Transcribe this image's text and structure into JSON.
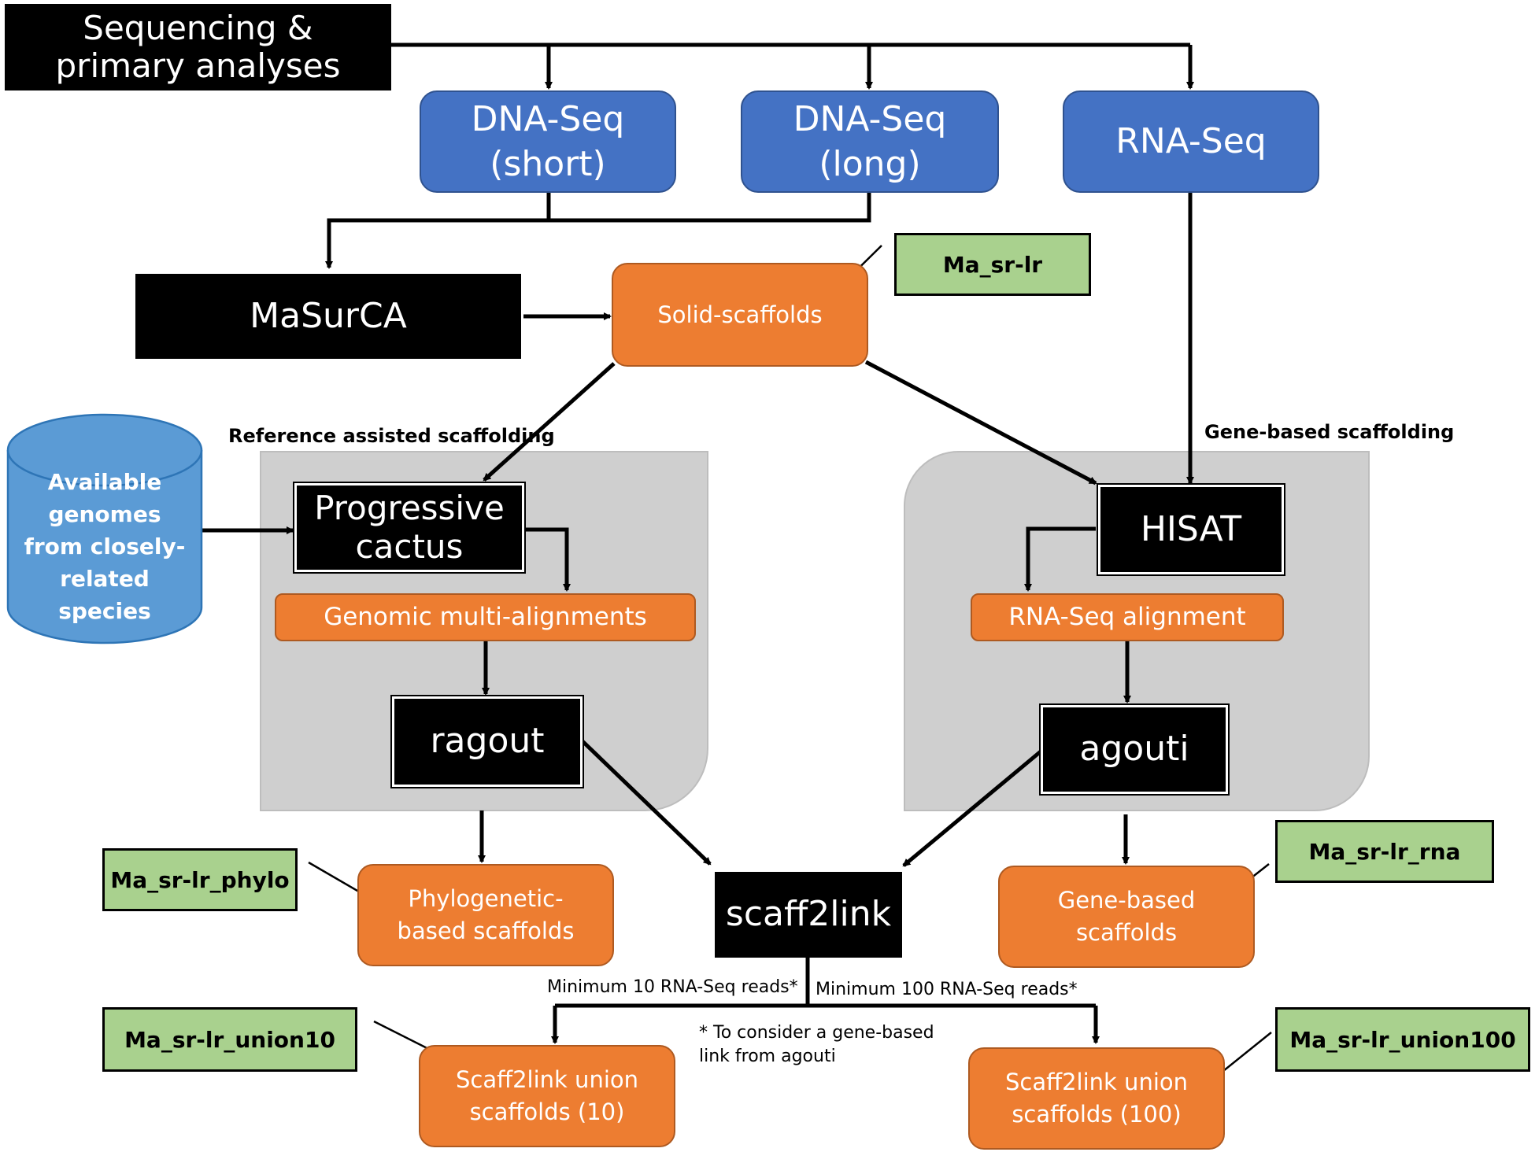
{
  "nodes": {
    "sequencing": "Sequencing & primary analyses",
    "dna_short": "DNA-Seq (short)",
    "dna_long": "DNA-Seq (long)",
    "rna_seq": "RNA-Seq",
    "masurca": "MaSurCA",
    "solid_scaffolds": "Solid-scaffolds",
    "available_genomes": "Available genomes from closely-related species",
    "progressive_cactus": "Progressive cactus",
    "genomic_multi_alignments": "Genomic multi-alignments",
    "ragout": "ragout",
    "hisat": "HISAT",
    "rna_seq_alignment": "RNA-Seq alignment",
    "agouti": "agouti",
    "phylogenetic_scaffolds": "Phylogenetic-based scaffolds",
    "scaff2link": "scaff2link",
    "gene_based_scaffolds": "Gene-based scaffolds",
    "union10": "Scaff2link union scaffolds (10)",
    "union100": "Scaff2link union scaffolds (100)"
  },
  "tags": {
    "ma_sr_lr": "Ma_sr-lr",
    "ma_sr_lr_phylo": "Ma_sr-lr_phylo",
    "ma_sr_lr_rna": "Ma_sr-lr_rna",
    "ma_sr_lr_union10": "Ma_sr-lr_union10",
    "ma_sr_lr_union100": "Ma_sr-lr_union100"
  },
  "labels": {
    "reference_assisted": "Reference assisted scaffolding",
    "gene_based": "Gene-based scaffolding",
    "min10": "Minimum 10 RNA-Seq reads*",
    "min100": "Minimum 100 RNA-Seq reads*",
    "footnote": "* To consider a gene-based link from agouti"
  },
  "colors": {
    "blue_box": "#4472c4",
    "orange_box": "#ed7d31",
    "green_tag": "#a9d18e",
    "black_box": "#000000",
    "gray_panel": "#cfcfcf",
    "cylinder": "#5b9bd5"
  }
}
